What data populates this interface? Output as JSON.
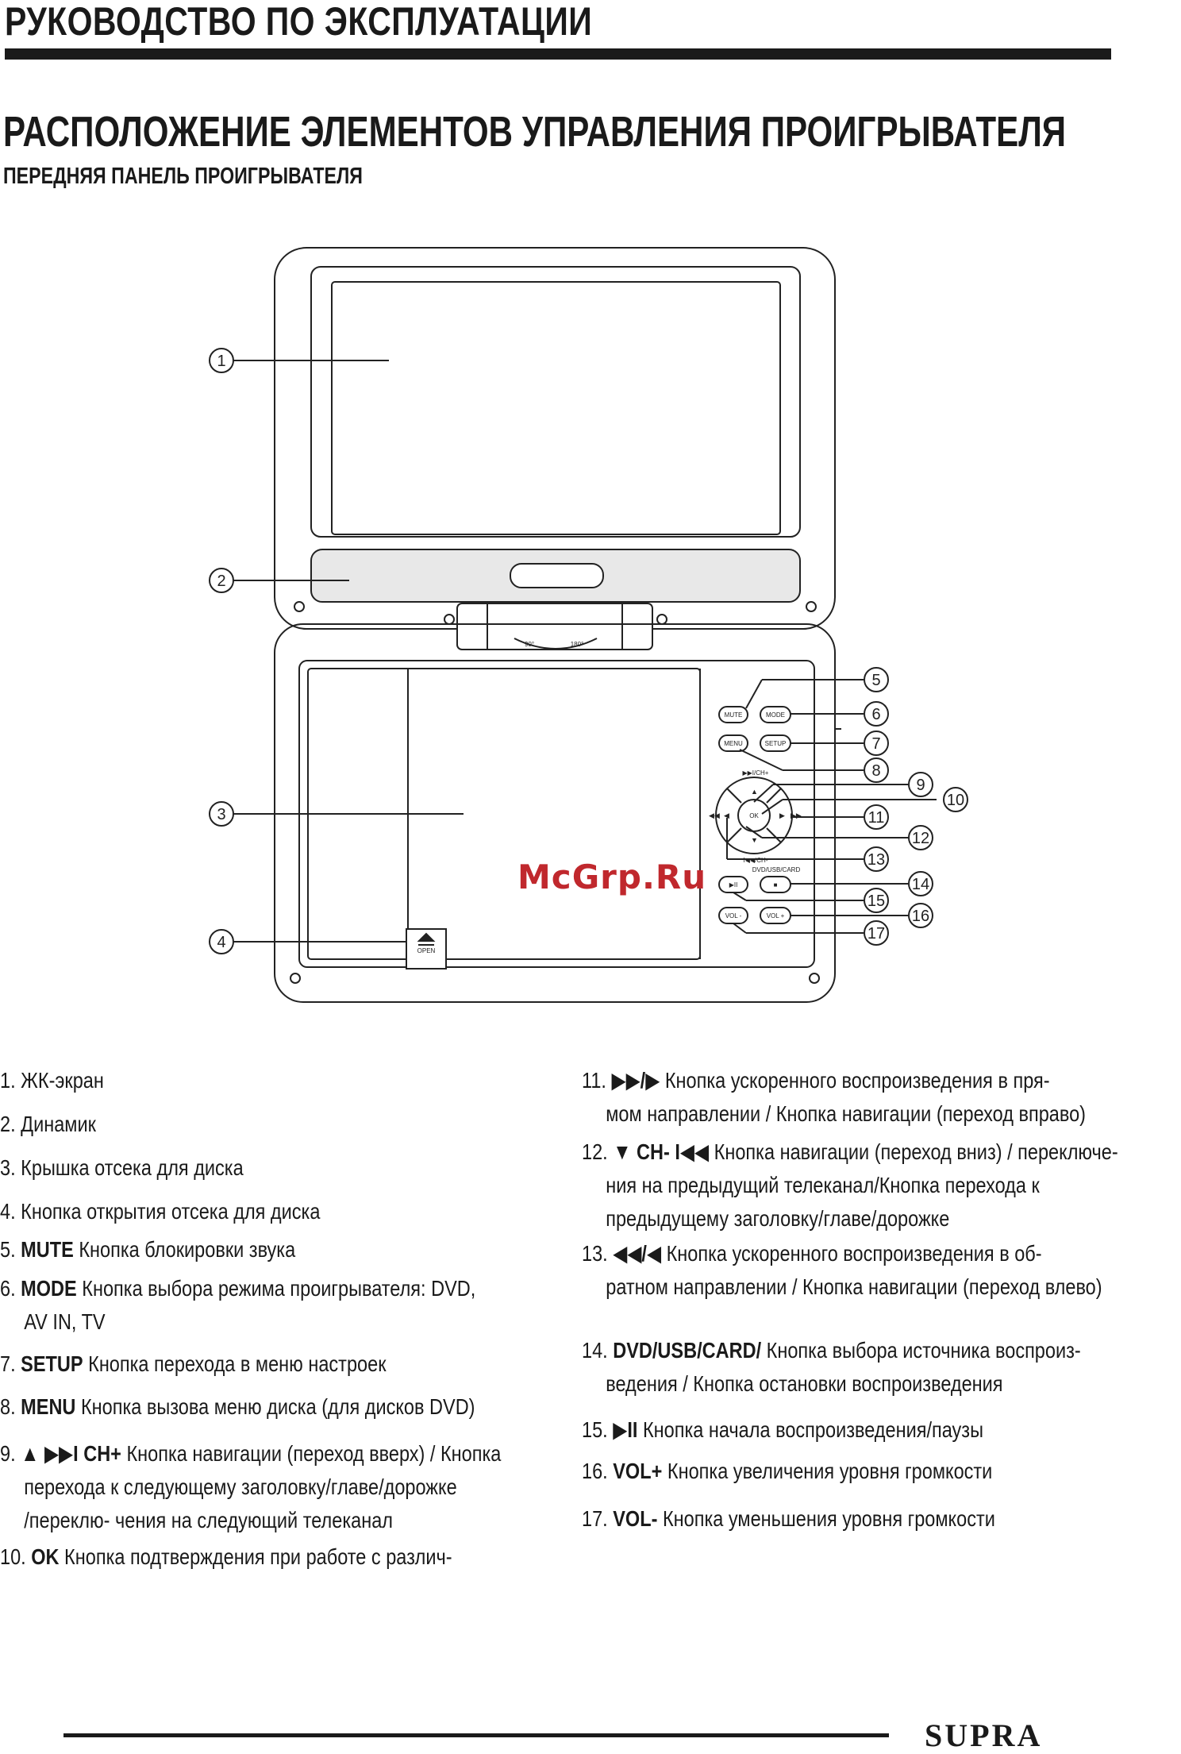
{
  "header": {
    "title": "РУКОВОДСТВО ПО ЭКСПЛУАТАЦИИ"
  },
  "section": {
    "title": "РАСПОЛОЖЕНИЕ ЭЛЕМЕНТОВ УПРАВЛЕНИЯ ПРОИГРЫВАТЕЛЯ",
    "subtitle": "ПЕРЕДНЯЯ ПАНЕЛЬ ПРОИГРЫВАТЕЛЯ"
  },
  "diagram": {
    "callouts": [
      "1",
      "2",
      "3",
      "4",
      "5",
      "6",
      "7",
      "8",
      "9",
      "10",
      "11",
      "12",
      "13",
      "14",
      "15",
      "16",
      "17"
    ],
    "buttons": {
      "mute": "MUTE",
      "mode": "MODE",
      "menu": "MENU",
      "setup": "SETUP",
      "ok": "OK",
      "ch_plus": "▶▶I/CH+",
      "ch_minus": "I◀◀/CH-",
      "dvd_usb_card": "DVD/USB/CARD",
      "play_pause": "▶II",
      "stop": "■",
      "vol_minus": "VOL -",
      "vol_plus": "VOL +",
      "open": "OPEN",
      "angle_90": "90°",
      "angle_180": "180°"
    }
  },
  "watermark": "McGrp.Ru",
  "legend_left": [
    {
      "num": "1.",
      "bold": "",
      "text": "ЖК-экран",
      "cont": []
    },
    {
      "num": "2.",
      "bold": "",
      "text": "Динамик",
      "cont": []
    },
    {
      "num": "3.",
      "bold": "",
      "text": "Крышка отсека для диска",
      "cont": []
    },
    {
      "num": "4.",
      "bold": "",
      "text": "Кнопка открытия отсека для диска",
      "cont": []
    },
    {
      "num": "5.",
      "bold": "MUTE",
      "text": "Кнопка блокировки звука",
      "cont": []
    },
    {
      "num": "6.",
      "bold": "MODE",
      "text": "Кнопка выбора режима проигрывателя: DVD,",
      "cont": [
        "AV IN, TV"
      ]
    },
    {
      "num": "7.",
      "bold": "SETUP",
      "text": "Кнопка перехода в меню настроек",
      "cont": []
    },
    {
      "num": "8.",
      "bold": "MENU",
      "text": "Кнопка вызова меню диска (для дисков DVD)",
      "cont": []
    },
    {
      "num": "9.",
      "bold": "▲ ▶▶I  CH+",
      "text": "Кнопка навигации (переход вверх) / Кнопка",
      "cont": [
        "перехода к следующему заголовку/главе/дорожке",
        " /переклю- чения на следующий телеканал"
      ]
    },
    {
      "num": "10.",
      "bold": "OK",
      "text": "Кнопка подтверждения при работе с различ-",
      "cont": []
    }
  ],
  "legend_right": [
    {
      "num": "11.",
      "bold": "▶▶/▶",
      "text": "Кнопка ускоренного воспроизведения в пря-",
      "cont": [
        "мом направлении / Кнопка навигации (переход вправо)"
      ]
    },
    {
      "num": "12.",
      "bold": "▼ CH- I◀◀",
      "text": "Кнопка навигации (переход вниз) / переключе-",
      "cont": [
        "ния на предыдущий телеканал/Кнопка перехода к",
        "предыдущему заголовку/главе/дорожке"
      ]
    },
    {
      "num": "13.",
      "bold": "◀◀/◀",
      "text": "Кнопка ускоренного воспроизведения в об-",
      "cont": [
        "ратном направлении / Кнопка навигации (переход влево)"
      ]
    },
    {
      "num": "14.",
      "bold": "DVD/USB/CARD/",
      "text": "Кнопка выбора источника воспроиз-",
      "cont": [
        "ведения / Кнопка остановки воспроизведения"
      ]
    },
    {
      "num": "15.",
      "bold": "▶II",
      "text": "Кнопка начала воспроизведения/паузы",
      "cont": []
    },
    {
      "num": "16.",
      "bold": "VOL+",
      "text": "Кнопка увеличения уровня громкости",
      "cont": []
    },
    {
      "num": "17.",
      "bold": "VOL-",
      "text": "Кнопка уменьшения уровня громкости",
      "cont": []
    }
  ],
  "footer": {
    "brand": "SUPRA"
  }
}
